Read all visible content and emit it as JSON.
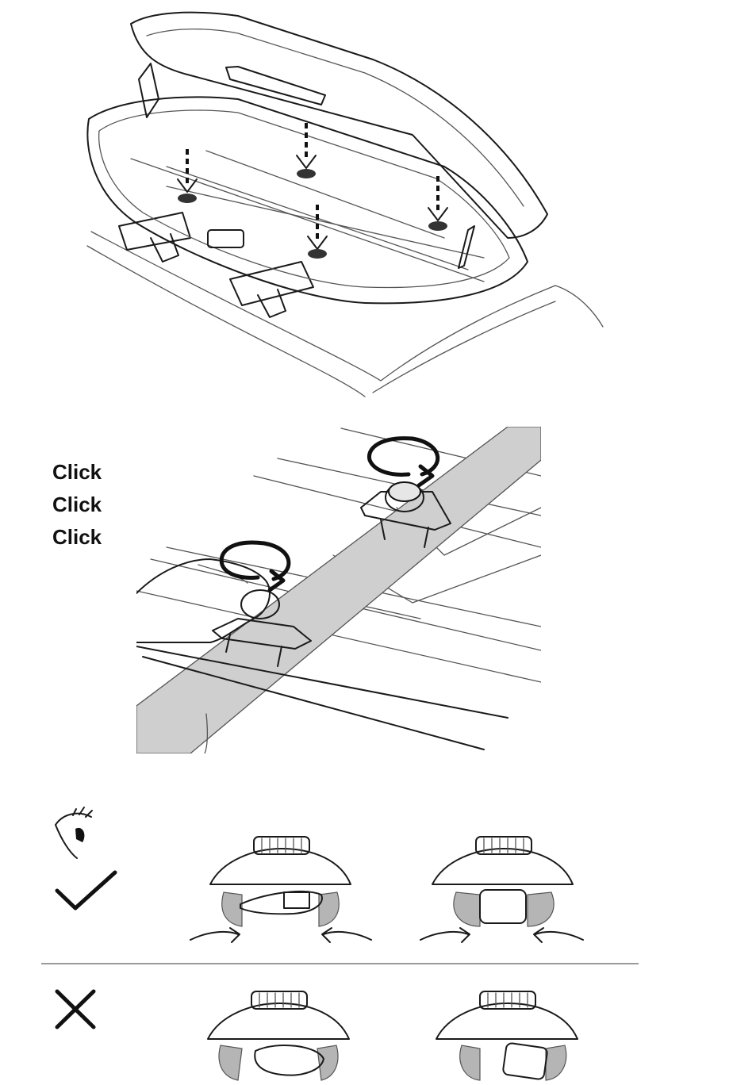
{
  "click_sequence": [
    "Click",
    "Click",
    "Click"
  ],
  "colors": {
    "ink": "#111111",
    "bar_grey": "#cfcfcf",
    "clamp_grey": "#b5b5b5",
    "divider": "#9a9a9a"
  },
  "icons": {
    "step1": "arrow-down-icon",
    "step2": "rotate-clockwise-icon",
    "inspect": "eye-icon",
    "correct": "checkmark-icon",
    "incorrect": "cross-icon"
  }
}
